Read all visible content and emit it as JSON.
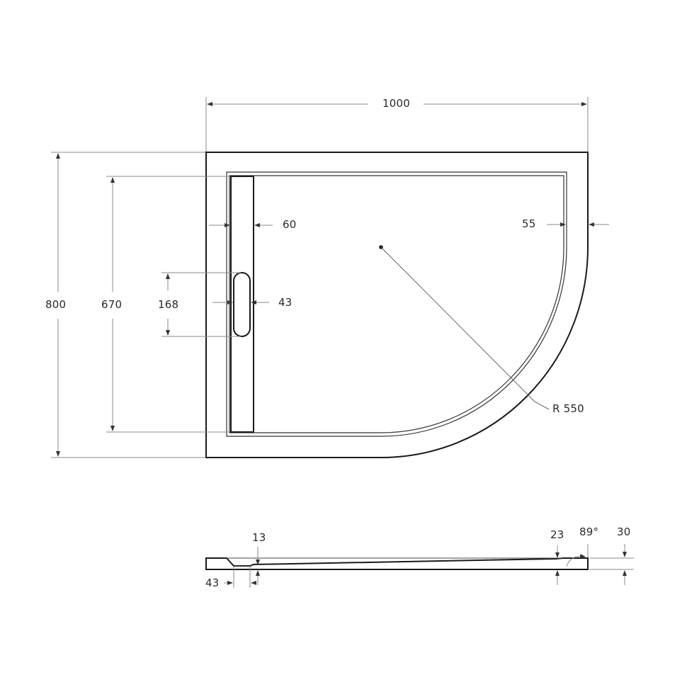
{
  "drawing": {
    "type": "quarter-round shower tray technical drawing",
    "line_color": "#1a1a1a",
    "dim_line_color": "#8a8a8a",
    "text_color": "#2a2a2a"
  },
  "plan_view": {
    "overall_width": "1000",
    "overall_depth": "800",
    "inner_depth": "670",
    "slot_length": "168",
    "drain_channel_width": "60",
    "slot_width": "43",
    "rim_width": "55",
    "radius": "R 550"
  },
  "section_view": {
    "step_height": "13",
    "drain_offset": "43",
    "base_height": "23",
    "edge_angle": "89°",
    "total_height": "30"
  }
}
